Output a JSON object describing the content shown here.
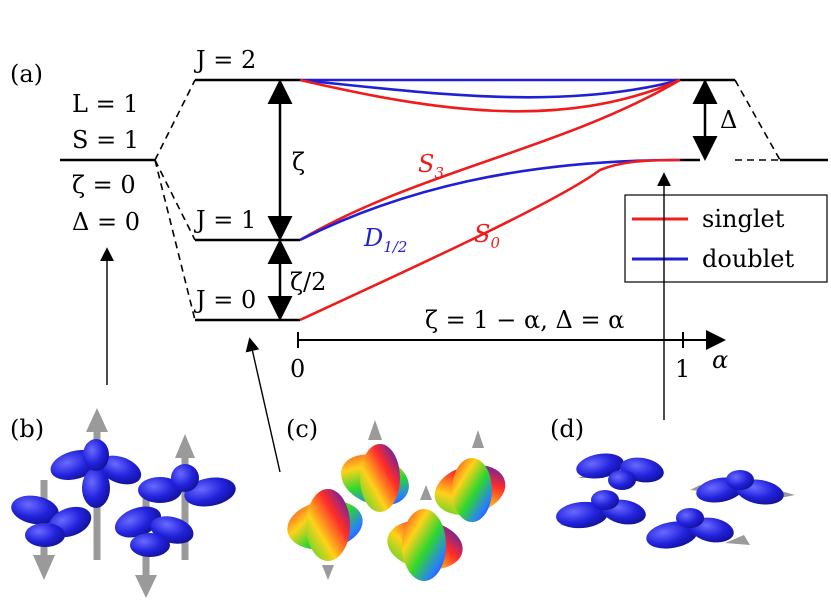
{
  "panel_labels": {
    "a": "(a)",
    "b": "(b)",
    "c": "(c)",
    "d": "(d)"
  },
  "left_level": {
    "L": "L = 1",
    "S": "S = 1",
    "zeta": "ζ = 0",
    "delta": "Δ = 0"
  },
  "levels": {
    "J2": "J = 2",
    "J1": "J = 1",
    "J0": "J = 0"
  },
  "gaps": {
    "zeta": "ζ",
    "zeta_half": "ζ/2",
    "Delta": "Δ"
  },
  "curve_labels": {
    "S3": "S",
    "S3_sub": "3",
    "S0": "S",
    "S0_sub": "0",
    "D": "D",
    "D_sub": "1/2"
  },
  "axis": {
    "formula": "ζ = 1 − α, Δ = α",
    "var": "α",
    "tick0": "0",
    "tick1": "1"
  },
  "legend": [
    {
      "label": "singlet",
      "color": "#ee1c1c"
    },
    {
      "label": "doublet",
      "color": "#1f1fd6"
    }
  ],
  "colors": {
    "singlet": "#ee1c1c",
    "doublet": "#1f1fd6",
    "orbital": "#2424e0",
    "arrow_gray": "#9a9a9a"
  }
}
